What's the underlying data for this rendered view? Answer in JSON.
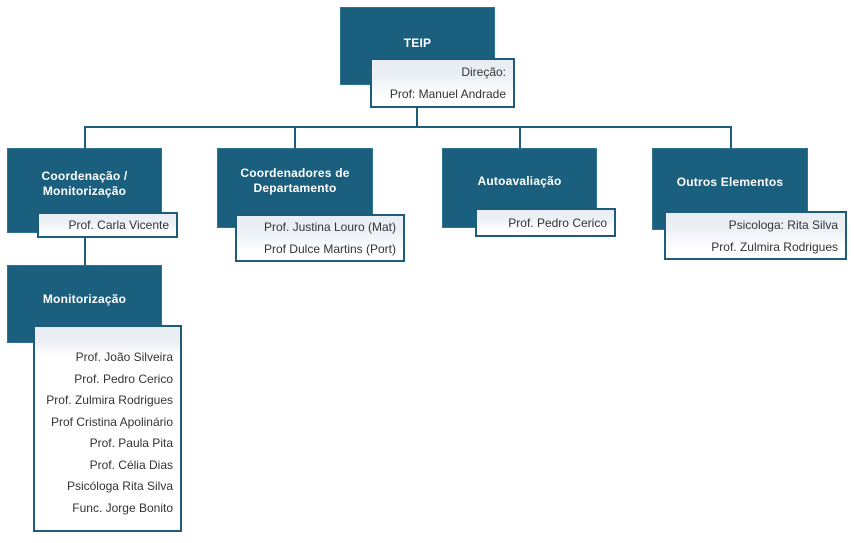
{
  "colors": {
    "node_fill": "#1A5F7E",
    "node_border": "#2f7292",
    "connector": "#1E5C7C",
    "sub_border": "#1E5C7C",
    "sub_strip": "#e7edf3",
    "sub_text": "#333333",
    "node_text": "#ffffff"
  },
  "root": {
    "title": "TEIP",
    "lines": [
      "Direção:",
      "Prof: Manuel Andrade"
    ]
  },
  "children": [
    {
      "title": "Coordenação / Monitorização",
      "lines": [
        "Prof. Carla Vicente"
      ]
    },
    {
      "title": "Coordenadores de Departamento",
      "lines": [
        "Prof. Justina Louro (Mat)",
        "Prof Dulce Martins (Port)"
      ]
    },
    {
      "title": "Autoavaliação",
      "lines": [
        "Prof. Pedro Cerico"
      ]
    },
    {
      "title": "Outros Elementos",
      "lines": [
        "Psicologa: Rita Silva",
        "Prof. Zulmira Rodrigues"
      ]
    }
  ],
  "monitor": {
    "title": "Monitorização",
    "members": [
      "Prof. João Silveira",
      "Prof. Pedro Cerico",
      "Prof. Zulmira Rodrigues",
      "Prof Cristina Apolinário",
      "Prof. Paula Pita",
      "Prof. Célia Dias",
      "Psicóloga Rita Silva",
      "Func. Jorge Bonito"
    ]
  }
}
